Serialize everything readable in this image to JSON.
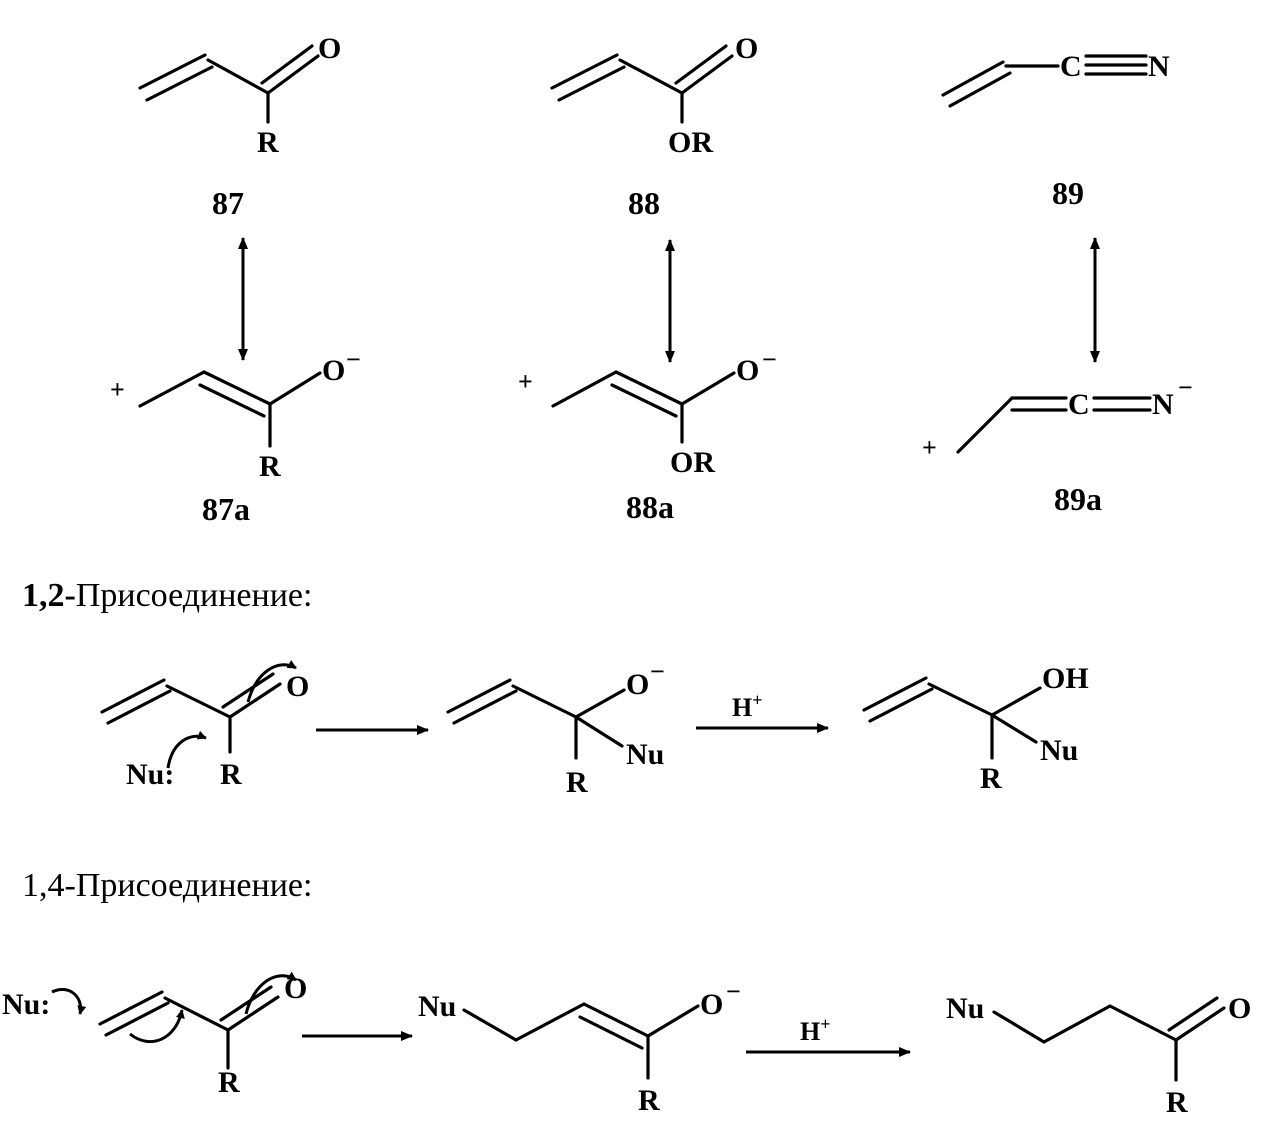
{
  "compounds": {
    "c87": {
      "number": "87",
      "substituent": "R",
      "oxygen": "O"
    },
    "c88": {
      "number": "88",
      "substituent": "OR",
      "oxygen": "O"
    },
    "c89": {
      "number": "89",
      "carbon": "C",
      "nitrogen": "N"
    },
    "c87a": {
      "number": "87a",
      "substituent": "R",
      "oxygen": "O",
      "minus": "−",
      "plus": "+"
    },
    "c88a": {
      "number": "88a",
      "substituent": "OR",
      "oxygen": "O",
      "minus": "−",
      "plus": "+"
    },
    "c89a": {
      "number": "89a",
      "carbon": "C",
      "nitrogen": "N",
      "minus": "−",
      "plus": "+"
    }
  },
  "section_12": {
    "heading_prefix": "1,2-",
    "heading_text": "Присоединение:",
    "start": {
      "nucleophile": "Nu:",
      "substituent": "R",
      "oxygen": "O"
    },
    "intermediate": {
      "oxygen": "O",
      "minus": "−",
      "nucleophile": "Nu",
      "substituent": "R"
    },
    "reagent": "H",
    "reagent_charge": "+",
    "product": {
      "hydroxyl": "OH",
      "nucleophile": "Nu",
      "substituent": "R"
    }
  },
  "section_14": {
    "heading_text": "1,4-Присоединение:",
    "start": {
      "nucleophile": "Nu:",
      "substituent": "R",
      "oxygen": "O"
    },
    "intermediate": {
      "nucleophile": "Nu",
      "oxygen": "O",
      "minus": "−",
      "substituent": "R"
    },
    "reagent": "H",
    "reagent_charge": "+",
    "product": {
      "nucleophile": "Nu",
      "oxygen": "O",
      "substituent": "R"
    }
  }
}
